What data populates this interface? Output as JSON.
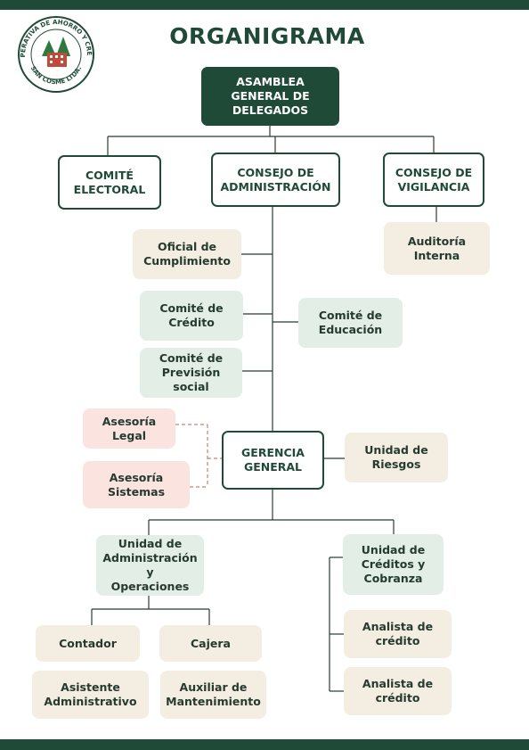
{
  "logo": {
    "text": "COOPERATIVA DE AHORRO Y CRÉDITO SAN COSME LTDA.",
    "colors": {
      "ring": "#1f4a38",
      "tree": "#2e7a3e",
      "building": "#c24a3a"
    }
  },
  "title": "ORGANIGRAMA",
  "colors": {
    "dark_green": "#1f4a38",
    "beige": "#f4eee2",
    "mint": "#e2eee6",
    "pink": "#fbe3df",
    "dashed_connector": "#c9836f"
  },
  "nodes": {
    "asamblea": "ASAMBLEA\nGENERAL DE DELEGADOS",
    "comite_electoral": "COMITÉ\nELECTORAL",
    "consejo_administracion": "CONSEJO DE\nADMINISTRACIÓN",
    "consejo_vigilancia": "CONSEJO DE\nVIGILANCIA",
    "auditoria_interna": "Auditoría\nInterna",
    "oficial_cumplimiento": "Oficial de\nCumplimiento",
    "comite_credito": "Comité de\nCrédito",
    "comite_educacion": "Comité de\nEducación",
    "comite_prevision": "Comité de\nPrevisión social",
    "asesoria_legal": "Asesoría Legal",
    "asesoria_sistemas": "Asesoría\nSistemas",
    "gerencia_general": "GERENCIA\nGENERAL",
    "unidad_riesgos": "Unidad de\nRiesgos",
    "unidad_admin_operaciones": "Unidad de\nAdministración y\nOperaciones",
    "unidad_creditos_cobranza": "Unidad de\nCréditos y\nCobranza",
    "contador": "Contador",
    "cajera": "Cajera",
    "asistente_administrativo": "Asistente\nAdministrativo",
    "auxiliar_mantenimiento": "Auxiliar de\nMantenimiento",
    "analista_credito_1": "Analista de\ncrédito",
    "analista_credito_2": "Analista de\ncrédito"
  }
}
